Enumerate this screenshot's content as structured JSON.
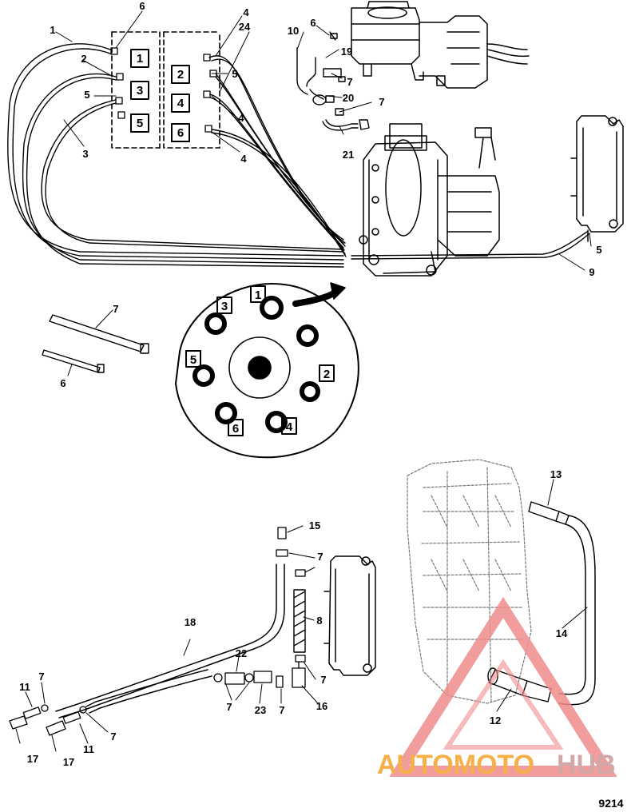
{
  "figure_id": "9214",
  "watermark": {
    "part1": "AUTOMOTO",
    "part2": "HUB",
    "color1": "#f5b04a",
    "color2": "#d0a8a8",
    "triangle_color": "#f08c8c"
  },
  "cylinder_boxes": [
    "1",
    "2",
    "3",
    "4",
    "5",
    "6"
  ],
  "flywheel_numbers": [
    "1",
    "2",
    "3",
    "4",
    "5",
    "6"
  ],
  "callouts": {
    "c1": "1",
    "c2": "2",
    "c3": "3",
    "c4a": "4",
    "c4b": "4",
    "c4c": "4",
    "c24": "24",
    "c5a": "5",
    "c5b": "5",
    "c5c": "5",
    "c6a": "6",
    "c6b": "6",
    "c6c": "6",
    "c7a": "7",
    "c7b": "7",
    "c7c": "7",
    "c7d": "7",
    "c7e": "7",
    "c7f": "7",
    "c7g": "7",
    "c7h": "7",
    "c7i": "7",
    "c8": "8",
    "c9": "9",
    "c10": "10",
    "c11a": "11",
    "c11b": "11",
    "c12": "12",
    "c13": "13",
    "c14": "14",
    "c15": "15",
    "c16": "16",
    "c17a": "17",
    "c17b": "17",
    "c18": "18",
    "c19": "19",
    "c20": "20",
    "c21": "21",
    "c22": "22",
    "c23": "23"
  }
}
